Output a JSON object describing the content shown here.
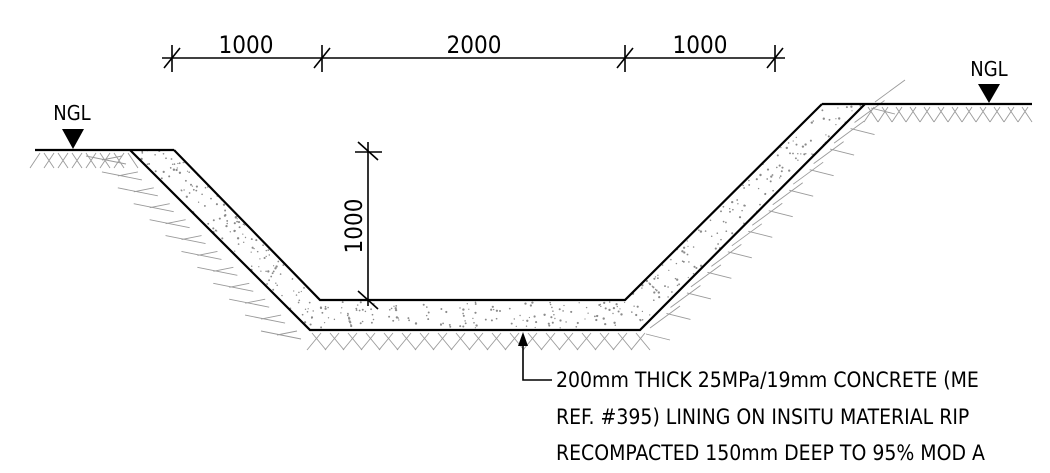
{
  "dimensions": {
    "left_batter_width": "1000",
    "base_width": "2000",
    "right_batter_width": "1000",
    "depth": "1000"
  },
  "ground_labels": {
    "left": "NGL",
    "right": "NGL"
  },
  "lining_note": {
    "lines": [
      "200mm THICK 25MPa/19mm CONCRETE (ME",
      "REF. #395) LINING ON INSITU MATERIAL RIP",
      "RECOMPACTED 150mm DEEP TO 95% MOD A"
    ]
  },
  "colors": {
    "ink": "#000000",
    "hatch": "#9a9a9a",
    "aggregate": "#8a8a8a"
  }
}
